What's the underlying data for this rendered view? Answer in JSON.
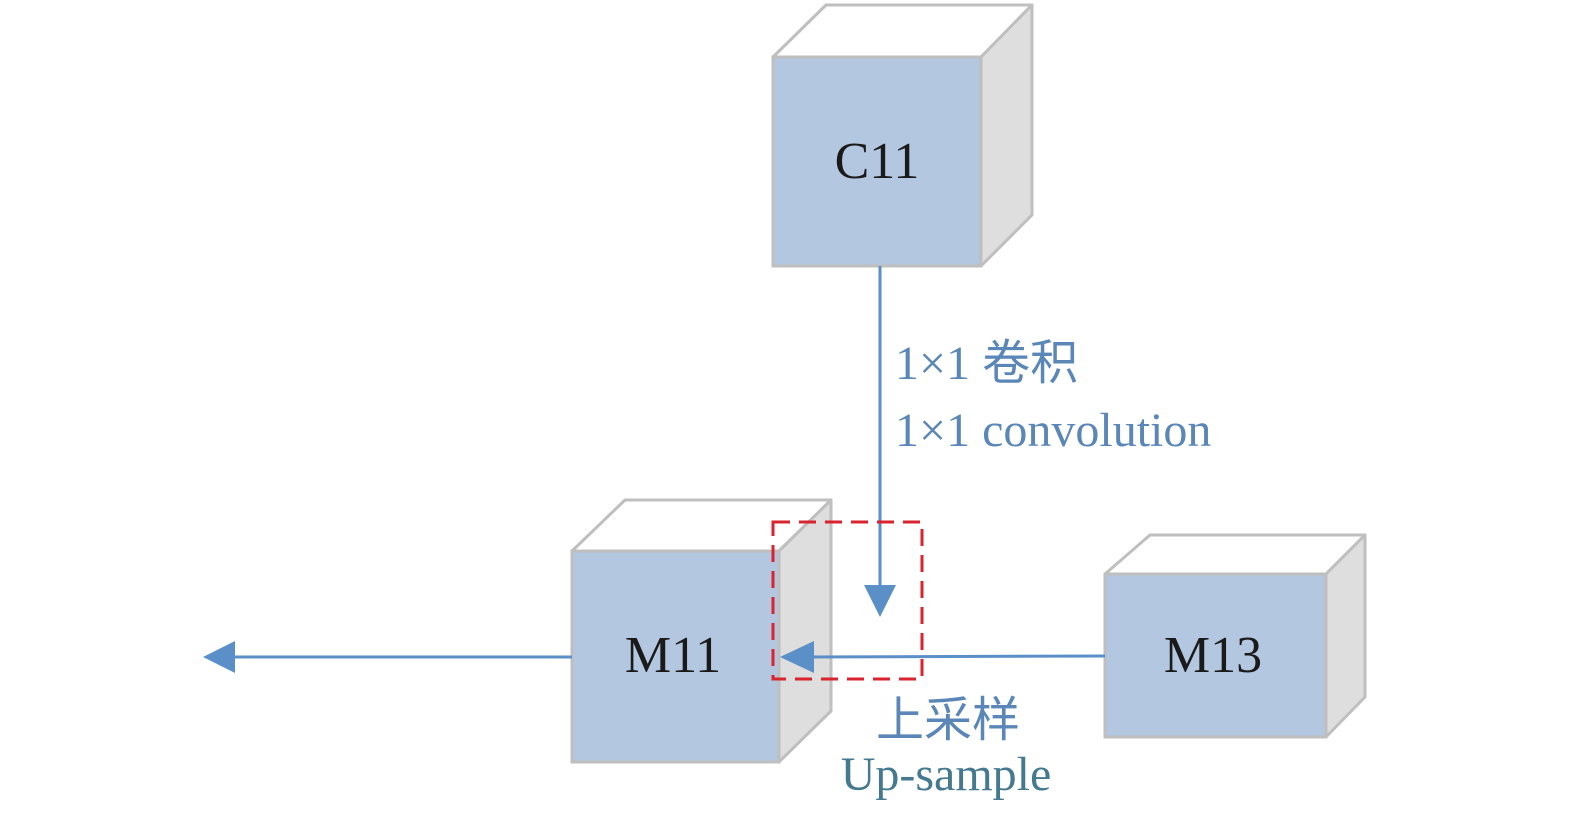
{
  "diagram": {
    "nodes": {
      "c11": {
        "label": "C11"
      },
      "m11": {
        "label": "M11"
      },
      "m13": {
        "label": "M13"
      }
    },
    "edges": {
      "conv": {
        "label_zh": "1×1 卷积",
        "label_en": "1×1 convolution",
        "from": "C11",
        "to": "M11"
      },
      "upsample": {
        "label_zh": "上采样",
        "label_en": "Up-sample",
        "from": "M13",
        "to": "M11"
      },
      "output": {
        "from": "M11",
        "to": ""
      }
    },
    "colors": {
      "box_front": "#b3c7e1",
      "box_side": "#dedede",
      "box_border": "#bfbfbf",
      "arrow": "#5b8fc7",
      "label_blue": "#5a86b8",
      "label_teal": "#44798f",
      "highlight": "#d9232e"
    }
  }
}
